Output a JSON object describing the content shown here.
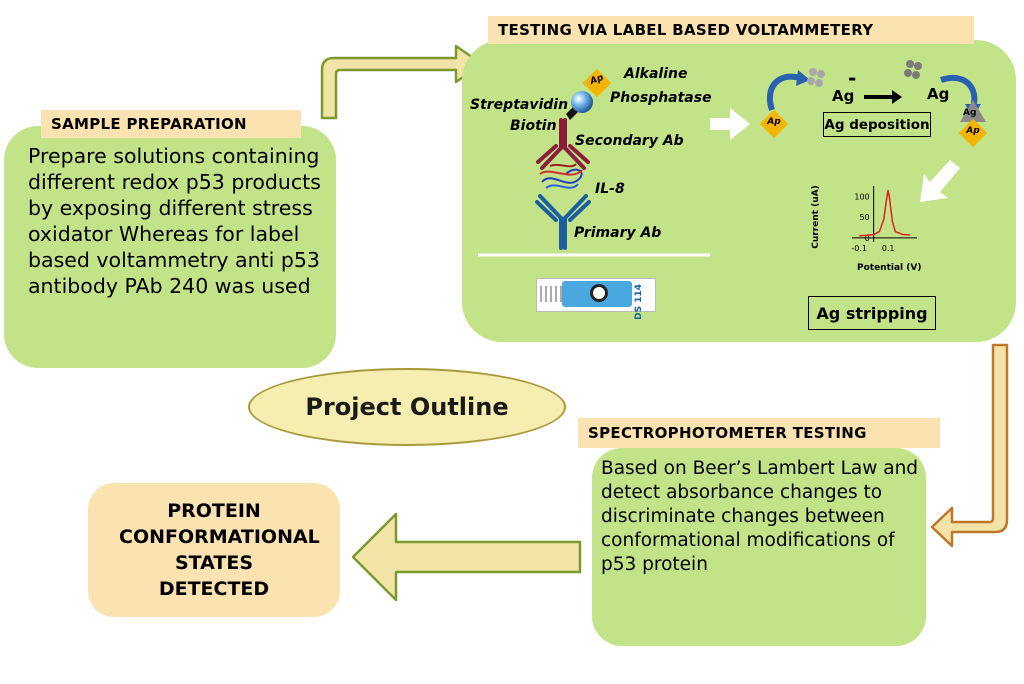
{
  "sample_prep": {
    "label": "SAMPLE PREPARATION",
    "text": "Prepare solutions containing different redox p53 products by exposing different stress oxidator Whereas for label based voltammetry anti p53 antibody PAb 240 was used"
  },
  "voltammetry": {
    "label": "TESTING VIA LABEL BASED VOLTAMMETERY",
    "alkaline": "Alkaline",
    "phosphatase": "Phosphatase",
    "streptavidin": "Streptavidin",
    "biotin": "Biotin",
    "secondary_ab": "Secondary Ab",
    "il8": "IL-8",
    "primary_ab": "Primary Ab",
    "ap": "Ap",
    "ag": "Ag",
    "ag_minus": "-",
    "ag_deposition": "Ag deposition",
    "ag_stripping": "Ag stripping",
    "strip_code": "DS 114"
  },
  "chart_data": {
    "type": "line",
    "xlabel": "Potential (V)",
    "ylabel": "Current (uA)",
    "xticks": [
      "-0.1",
      "0.1"
    ],
    "yticks": [
      "0",
      "50",
      "100"
    ],
    "xlim": [
      -0.15,
      0.3
    ],
    "ylim": [
      -10,
      125
    ],
    "series": [
      {
        "x": [
          -0.1,
          -0.05,
          0.0,
          0.04,
          0.07,
          0.09,
          0.1,
          0.11,
          0.13,
          0.15,
          0.2,
          0.25
        ],
        "y": [
          5,
          6,
          8,
          15,
          45,
          95,
          115,
          95,
          40,
          15,
          8,
          7
        ]
      }
    ],
    "line_color": "#e02020"
  },
  "project_outline": {
    "text": "Project Outline"
  },
  "spectro": {
    "label": "SPECTROPHOTOMETER TESTING",
    "text": "Based on Beer’s Lambert Law and detect absorbance changes to discriminate changes between conformational modifications of p53 protein"
  },
  "result": {
    "text": "PROTEIN CONFORMATIONAL STATES DETECTED"
  },
  "colors": {
    "green_box": "#c3e389",
    "tan": "#fbe3b1",
    "ellipse": "#f5eeb0",
    "ellipse_border": "#a89a3a",
    "arrow_fill": "#f2e4a6",
    "arrow_stroke_green": "#7a9a30",
    "arrow_stroke_orange": "#c0762a",
    "ap_diamond": "#f4b400"
  }
}
